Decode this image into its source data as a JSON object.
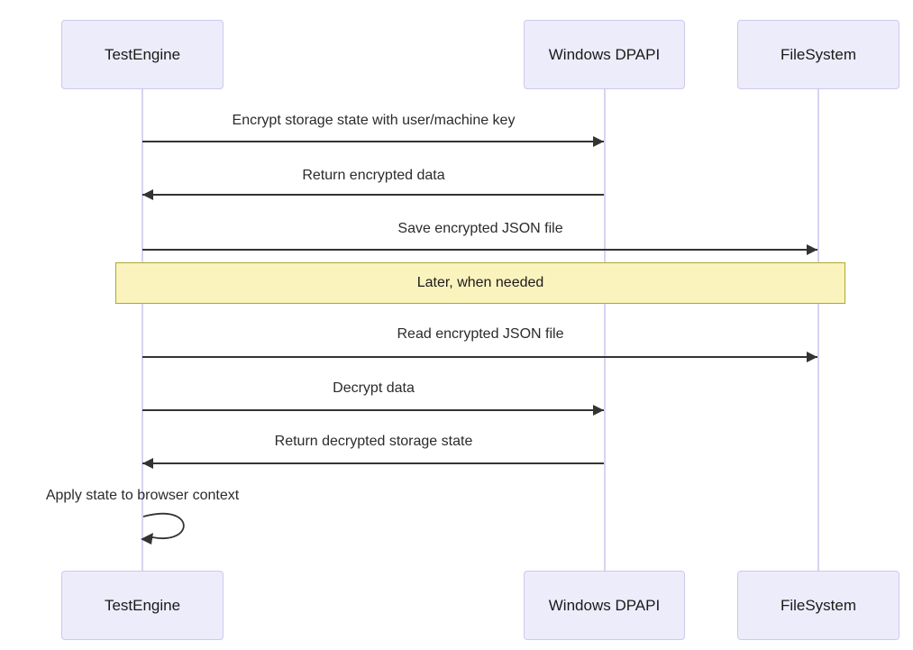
{
  "diagram": {
    "type": "sequence",
    "actors": [
      {
        "id": "testengine",
        "name": "TestEngine"
      },
      {
        "id": "windows-dpapi",
        "name": "Windows DPAPI"
      },
      {
        "id": "filesystem",
        "name": "FileSystem"
      }
    ],
    "messages": [
      {
        "from": "TestEngine",
        "to": "Windows DPAPI",
        "direction": "right",
        "label": "Encrypt storage state with user/machine key"
      },
      {
        "from": "Windows DPAPI",
        "to": "TestEngine",
        "direction": "left",
        "label": "Return encrypted data"
      },
      {
        "from": "TestEngine",
        "to": "FileSystem",
        "direction": "right",
        "label": "Save encrypted JSON file"
      },
      {
        "from": "TestEngine",
        "to": "FileSystem",
        "direction": "right",
        "label": "Read encrypted JSON file"
      },
      {
        "from": "TestEngine",
        "to": "Windows DPAPI",
        "direction": "right",
        "label": "Decrypt data"
      },
      {
        "from": "Windows DPAPI",
        "to": "TestEngine",
        "direction": "left",
        "label": "Return decrypted storage state"
      },
      {
        "from": "TestEngine",
        "to": "TestEngine",
        "direction": "self",
        "label": "Apply state to browser context"
      }
    ],
    "note": {
      "position": "over all",
      "label": "Later, when needed"
    },
    "colors": {
      "actor_fill": "#ECECFB",
      "actor_border": "#CFC8EE",
      "lifeline": "#D9D2F1",
      "arrow": "#333333",
      "note_fill": "#FBF3BD",
      "note_border": "#AAAA33",
      "text": "#1A1A1A",
      "background": "#FFFFFF"
    }
  }
}
